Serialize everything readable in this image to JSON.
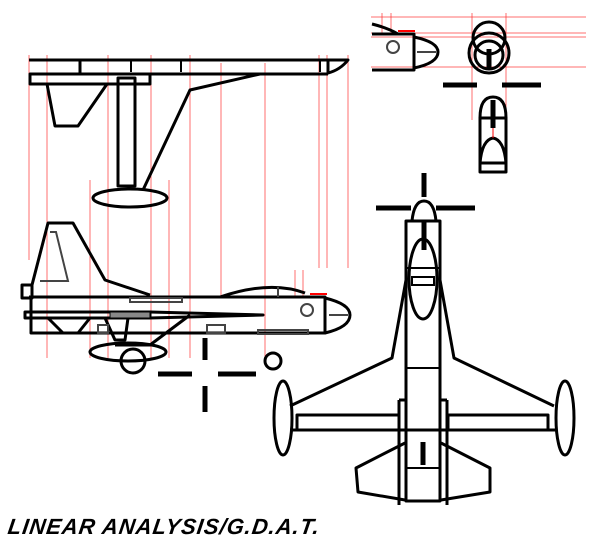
{
  "caption": "LINEAR ANALYSIS/G.D.A.T.",
  "views": [
    "top-view",
    "side-view",
    "front-view",
    "rear-view",
    "plan-view"
  ],
  "colors": {
    "line": "#000000",
    "construction_line": "#ff3333"
  }
}
